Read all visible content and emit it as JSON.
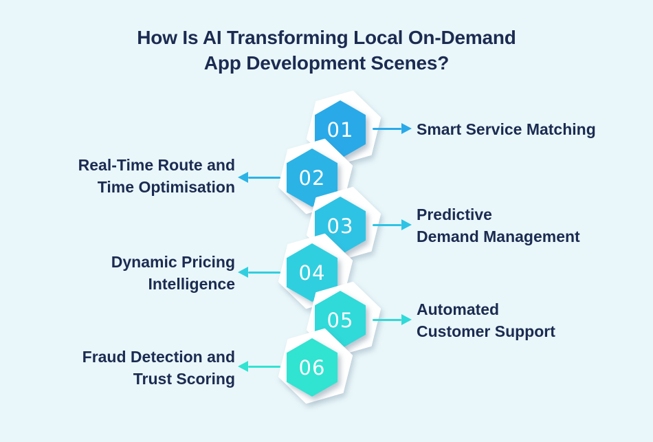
{
  "background_color": "#E9F7FA",
  "title": {
    "text": "How Is AI Transforming Local On-Demand\nApp Development Scenes?",
    "color": "#1C2B51"
  },
  "diagram": {
    "label_color": "#1C2B51",
    "items": [
      {
        "number": "01",
        "label": "Smart Service Matching",
        "side": "right",
        "color": "#29A9E8"
      },
      {
        "number": "02",
        "label": "Real-Time Route and\nTime Optimisation",
        "side": "left",
        "color": "#2BB3E6"
      },
      {
        "number": "03",
        "label": "Predictive\nDemand Management",
        "side": "right",
        "color": "#2EC3E4"
      },
      {
        "number": "04",
        "label": "Dynamic Pricing\nIntelligence",
        "side": "left",
        "color": "#30CFDF"
      },
      {
        "number": "05",
        "label": "Automated\nCustomer Support",
        "side": "right",
        "color": "#2FDAD9"
      },
      {
        "number": "06",
        "label": "Fraud Detection and\nTrust Scoring",
        "side": "left",
        "color": "#31E3D1"
      }
    ]
  }
}
